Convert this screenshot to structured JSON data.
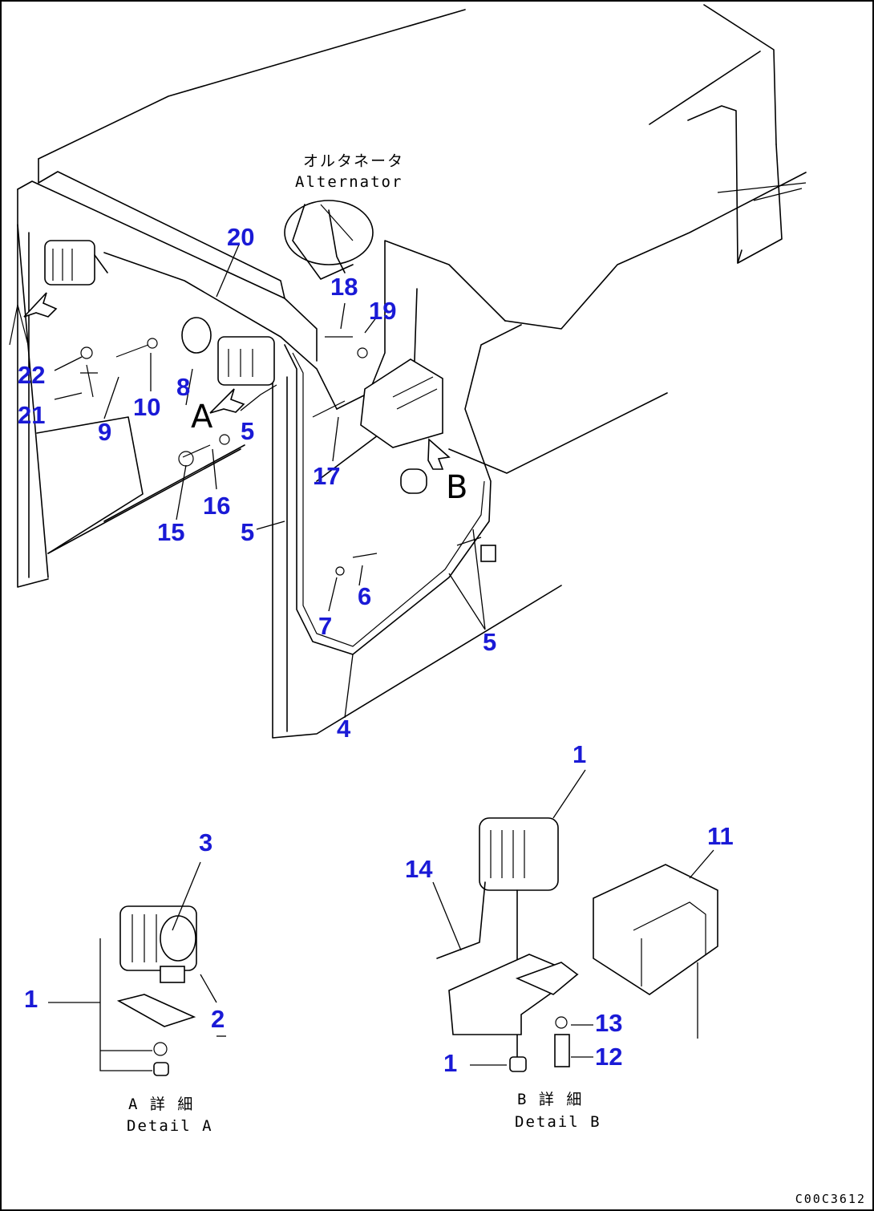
{
  "labels": {
    "alternator_jp": "オルタネータ",
    "alternator_en": "Alternator",
    "view_a": "A",
    "view_b": "B",
    "detail_a_jp": "A 詳 細",
    "detail_a_en": "Detail A",
    "detail_b_jp": "B 詳 細",
    "detail_b_en": "Detail B",
    "drawing_code": "C00C3612"
  },
  "callouts": {
    "c20": "20",
    "c18": "18",
    "c19": "19",
    "c22": "22",
    "c21": "21",
    "c8": "8",
    "c10": "10",
    "c9": "9",
    "c5a": "5",
    "c17": "17",
    "c16": "16",
    "c15": "15",
    "c5b": "5",
    "c6": "6",
    "c7": "7",
    "c5c": "5",
    "c4": "4",
    "c1a": "1",
    "c3": "3",
    "c2": "2",
    "c1b": "1",
    "c14": "14",
    "c11": "11",
    "c13": "13",
    "c12": "12",
    "c1c": "1"
  },
  "colors": {
    "callout": "#1a1ad6",
    "line": "#000000",
    "background": "#ffffff"
  }
}
